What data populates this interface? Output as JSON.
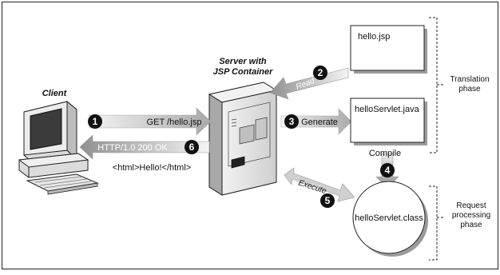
{
  "labels": {
    "client": "Client",
    "server_line1": "Server with",
    "server_line2": "JSP Container",
    "read": "Read",
    "generate": "Generate",
    "compile": "Compile",
    "execute": "Execute",
    "get_request": "GET /hello.jsp",
    "http_response": "HTTP/1.0 200 OK",
    "html_response": "<html>Hello!</html>"
  },
  "files": {
    "jsp": "hello.jsp",
    "java": "helloServlet.java",
    "class": "helloServlet.class"
  },
  "steps": [
    "1",
    "2",
    "3",
    "4",
    "5",
    "6"
  ],
  "phases": {
    "translation_line1": "Translation",
    "translation_line2": "phase",
    "request_line1": "Request",
    "request_line2": "processing",
    "request_line3": "phase"
  }
}
